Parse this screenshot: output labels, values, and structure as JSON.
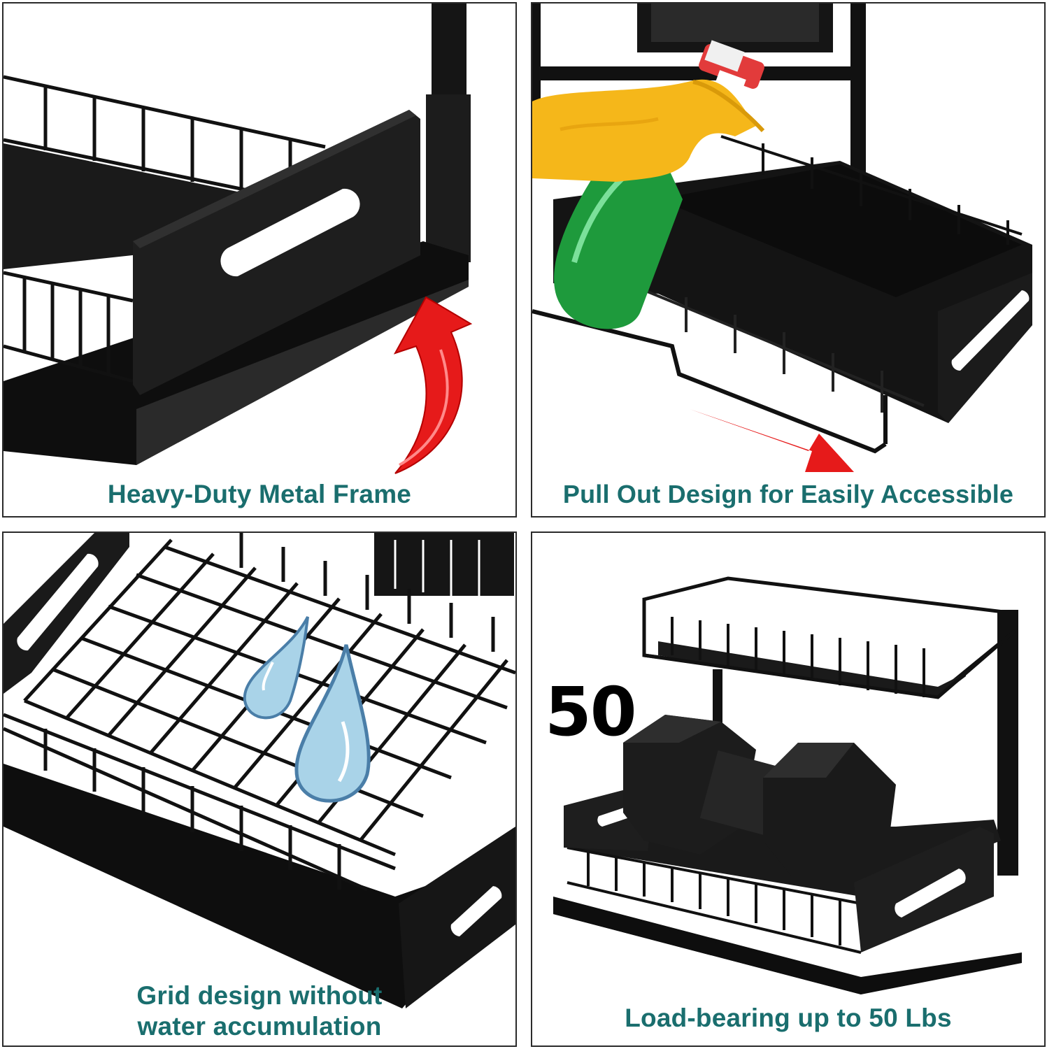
{
  "panels": [
    {
      "caption": "Heavy-Duty Metal Frame",
      "icons": [
        "metal-frame-shelf-icon",
        "curved-red-arrow-icon"
      ]
    },
    {
      "caption": "Pull Out Design for Easily Accessible",
      "icons": [
        "glove-hand-icon",
        "spray-bottle-icon",
        "pull-out-red-arrow-icon"
      ]
    },
    {
      "caption_lines": [
        "Grid design without",
        "water accumulation"
      ],
      "icons": [
        "wire-grid-basket-icon",
        "water-drop-icon"
      ]
    },
    {
      "caption": "Load-bearing up to 50 Lbs",
      "weight_label": "50",
      "icons": [
        "two-tier-rack-icon",
        "dumbbell-icon"
      ]
    }
  ],
  "colors": {
    "caption_text": "#1a6e6e",
    "frame_black": "#111111",
    "arrow_red": "#e61a1a",
    "glove_yellow": "#f5b71a",
    "bottle_green": "#1e9a3c",
    "drop_blue": "#a9d3e8"
  }
}
